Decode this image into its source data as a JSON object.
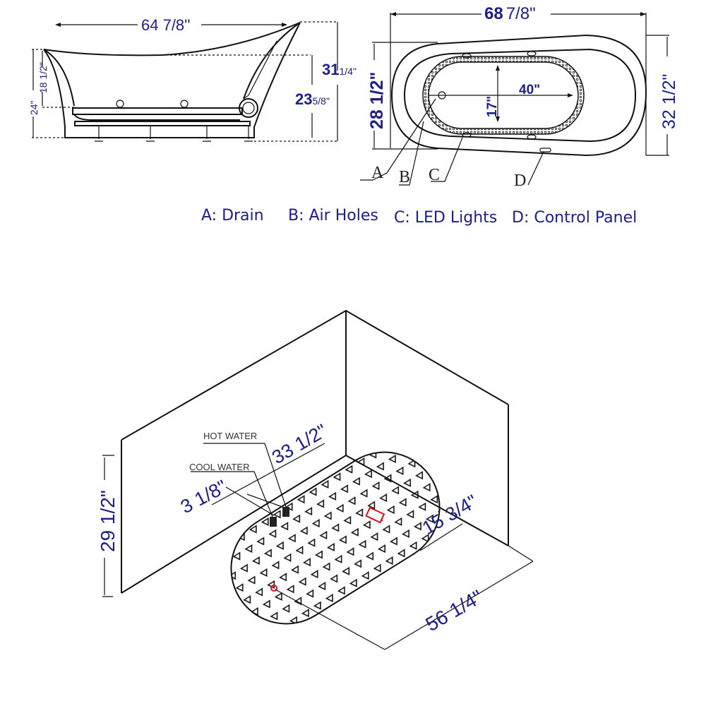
{
  "side_view": {
    "length": "64 7/8''",
    "total_height_main": "31",
    "total_height_frac": "1/4\"",
    "rim_height_main": "23",
    "rim_height_frac": "5/8\"",
    "left_height": "24\"",
    "inner_depth": "18 1/2\""
  },
  "top_view": {
    "length_main": "68",
    "length_frac": "7/8\"",
    "width_left": "28 1/2\"",
    "width_right": "32 1/2\"",
    "inner_length": "40\"",
    "inner_width": "17\"",
    "callouts": [
      "A",
      "B",
      "C",
      "D"
    ]
  },
  "legend": [
    {
      "key": "A",
      "text": "A: Drain"
    },
    {
      "key": "B",
      "text": "B: Air Holes"
    },
    {
      "key": "C",
      "text": "C: LED Lights"
    },
    {
      "key": "D",
      "text": "D: Control Panel"
    }
  ],
  "install_view": {
    "hot_water": "HOT WATER",
    "cool_water": "COOL WATER",
    "wall_height": "29 1/2\"",
    "supply_offset": "3 1/8\"",
    "back_distance": "33 1/2\"",
    "drain_offset": "15 3/4\"",
    "floor_length": "56 1/4\""
  },
  "colors": {
    "dimension": "#1c2088",
    "drain_marker": "#e0101a"
  }
}
